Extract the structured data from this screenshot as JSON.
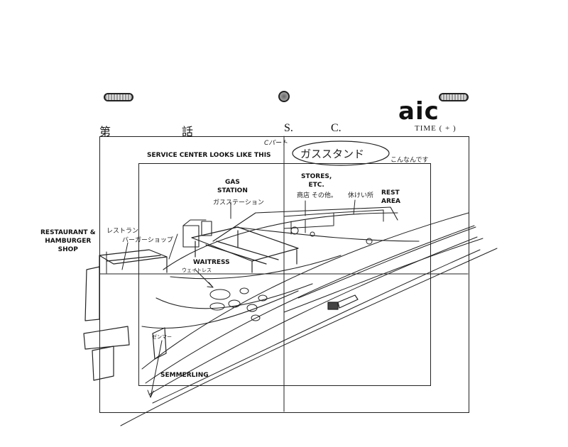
{
  "sheet": {
    "logo": "aic",
    "episode_label": "第",
    "episode_suffix": "話",
    "scene_label": "S.",
    "cut_label": "C.",
    "time_label": "TIME ( + )"
  },
  "annotations": {
    "part_label": "Cパート",
    "title_en": "SERVICE CENTER LOOKS LIKE THIS",
    "title_jp": "ガススタンド",
    "title_jp_suffix": "こんなんです",
    "gas_station_en": "GAS\nSTATION",
    "gas_station_jp": "ガスステーション",
    "stores_en": "STORES,\nETC.",
    "stores_jp": "商店 その他。",
    "rest_area_jp": "休けい所",
    "rest_area_en": "REST\nAREA",
    "restaurant_en": "RESTAURANT &\nHAMBURGER\nSHOP",
    "restaurant_jp": "レストラン",
    "burger_jp": "バーガーショップ",
    "waitress_en": "WAITRESS",
    "waitress_jp": "ウェイトレス",
    "car_jp": "ゼンマー",
    "semmerling_en": "SEMMERLING"
  }
}
